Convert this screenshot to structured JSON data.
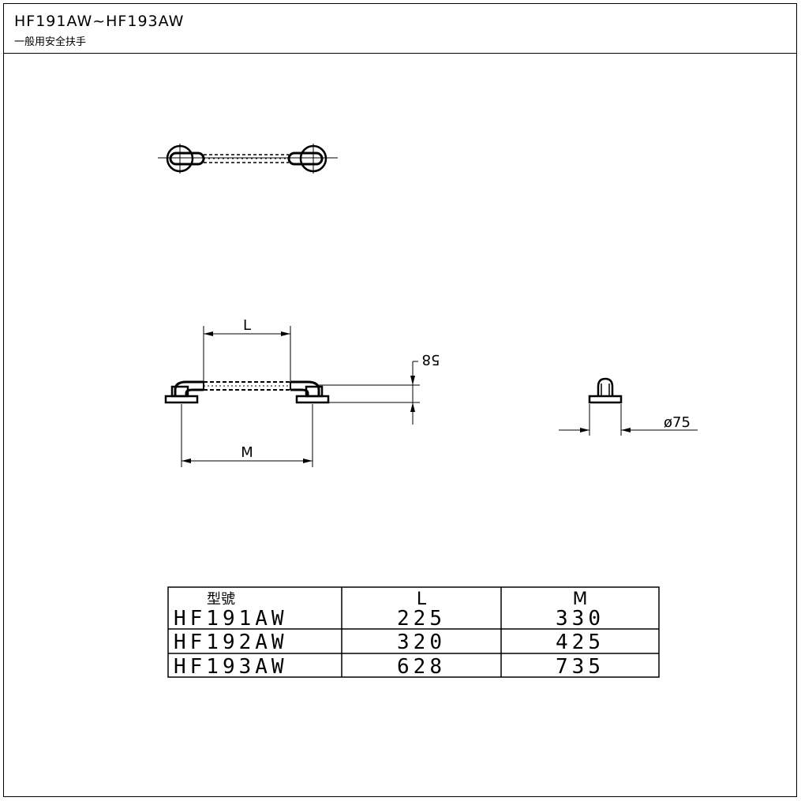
{
  "header": {
    "title": "HF191AW~HF193AW",
    "subtitle": "一般用安全扶手"
  },
  "drawing": {
    "dim_L": "L",
    "dim_M": "M",
    "dim_height": "58",
    "dim_diameter": "ø75"
  },
  "table": {
    "headers": [
      "型號",
      "L",
      "M"
    ],
    "rows": [
      [
        "HF191AW",
        "225",
        "330"
      ],
      [
        "HF192AW",
        "320",
        "425"
      ],
      [
        "HF193AW",
        "628",
        "735"
      ]
    ]
  }
}
